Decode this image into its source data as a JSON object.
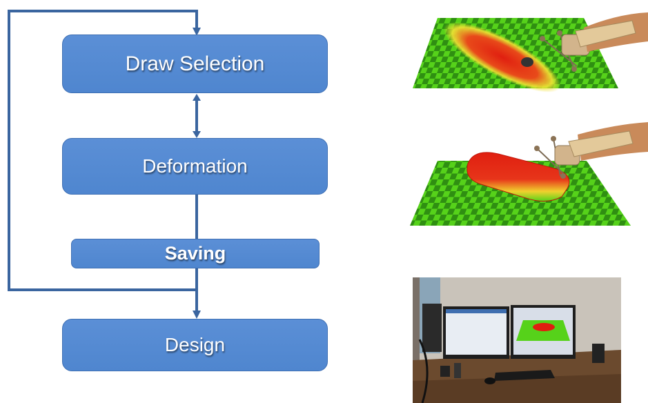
{
  "boxes": {
    "draw_selection": "Draw Selection",
    "deformation": "Deformation",
    "saving": "Saving",
    "design": "Design"
  },
  "colors": {
    "box_fill": "#5b8fd6",
    "box_border": "#3e6fb3",
    "arrow": "#3a659f",
    "checker_green": "#56d21a",
    "checker_dark": "#2f8f12",
    "highlight_red": "#e01f10"
  },
  "illustrations": {
    "top": "haptic-stylus-drawing-selection-on-checkered-surface",
    "middle": "haptic-stylus-deforming-raised-surface",
    "bottom": "desk-setup-photo-with-monitors"
  }
}
